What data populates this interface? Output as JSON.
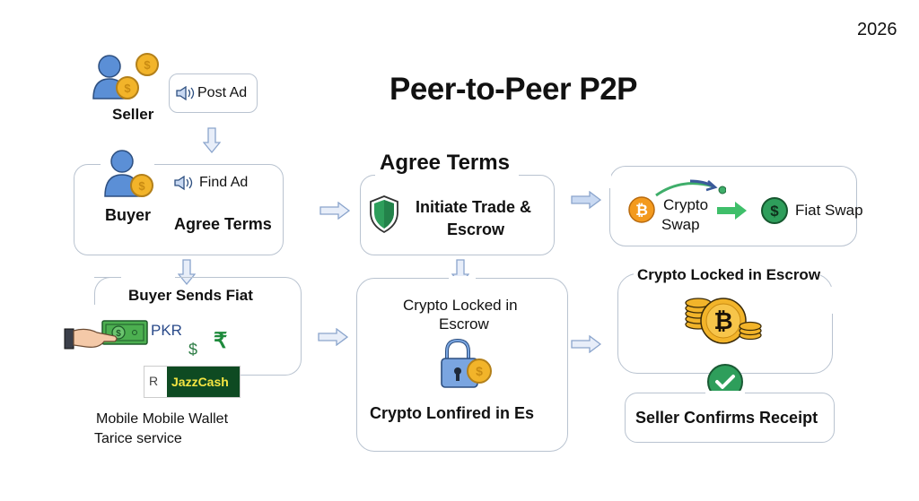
{
  "year": "2026",
  "title": "Peer-to-Peer P2P",
  "seller": {
    "label": "Seller",
    "action": "Post Ad"
  },
  "buyer_box": {
    "label": "Buyer",
    "action": "Find Ad",
    "subtext": "Agree Terms"
  },
  "fiat_box": {
    "heading": "Buyer Sends Fiat",
    "currency": "PKR",
    "dollar_symbol": "$",
    "rupee_symbol": "₹",
    "wallet_prefix": "R",
    "wallet_brand": "JazzCash",
    "caption_line1": "Mobile Mobile Wallet",
    "caption_line2": "Tarice service"
  },
  "agree_box": {
    "heading": "Agree Terms",
    "line1": "Initiate Trade &",
    "line2": "Escrow"
  },
  "locked_box": {
    "line1": "Crypto Locked in",
    "line2": "Escrow",
    "footer": "Crypto Lonfired in Es"
  },
  "swap_box": {
    "crypto_line1": "Crypto",
    "crypto_line2": "Swap",
    "fiat_label": "Fiat Swap",
    "bitcoin_symbol": "₿",
    "dollar_symbol": "$"
  },
  "escrow_box": {
    "heading": "Crypto Locked in Escrow",
    "bitcoin_symbol": "₿"
  },
  "confirm_box": {
    "label": "Seller Confirms Receipt"
  },
  "colors": {
    "person_blue": "#5b8fd6",
    "coin_gold": "#f2b42a",
    "shield_green": "#2e9e5b",
    "jazzcash_bg": "#0e4a22",
    "jazzcash_text": "#f4e542",
    "arrow_fill": "#c9d9f2",
    "arrow_stroke": "#8aa4cc",
    "border": "#b9c3d0"
  }
}
